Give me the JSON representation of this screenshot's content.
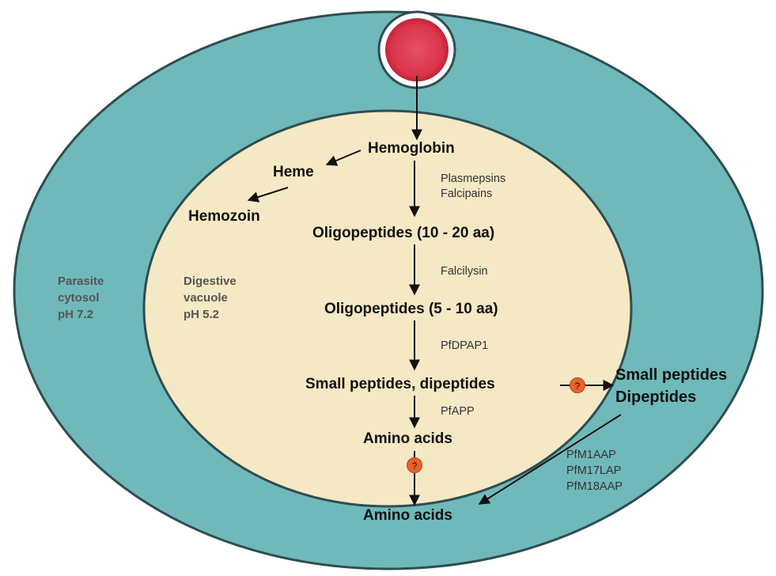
{
  "colors": {
    "cytosol": "#6fb9bb",
    "vacuole": "#f5e8c4",
    "red_cell": "#d9344a",
    "question_marker": "#e8622a",
    "arrow": "#111111"
  },
  "compartments": {
    "cytosol": [
      "Parasite",
      "cytosol",
      "pH 7.2"
    ],
    "vacuole": [
      "Digestive",
      "vacuole",
      "pH 5.2"
    ]
  },
  "nodes": {
    "hemoglobin": "Hemoglobin",
    "heme": "Heme",
    "hemozoin": "Hemozoin",
    "oligo_long": "Oligopeptides (10 - 20 aa)",
    "oligo_short": "Oligopeptides (5 - 10 aa)",
    "small_peptides_vacuole": "Small peptides, dipeptides",
    "amino_acids_vacuole": "Amino acids",
    "small_peptides_cytosol": "Small peptides",
    "dipeptides_cytosol": "Dipeptides",
    "amino_acids_cytosol": "Amino acids"
  },
  "enzymes": {
    "step1": [
      "Plasmepsins",
      "Falcipains"
    ],
    "step2": "Falcilysin",
    "step3": "PfDPAP1",
    "step4": "PfAPP",
    "cytosol": [
      "PfM1AAP",
      "PfM17LAP",
      "PfM18AAP"
    ]
  },
  "transporters": {
    "peptide_exit": "?",
    "amino_acid_exit": "?"
  }
}
